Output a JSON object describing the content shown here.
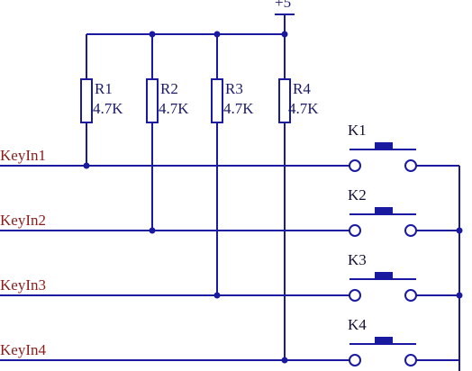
{
  "diagram": {
    "power_label": "+5",
    "resistors": [
      {
        "name": "R1",
        "value": "4.7K"
      },
      {
        "name": "R2",
        "value": "4.7K"
      },
      {
        "name": "R3",
        "value": "4.7K"
      },
      {
        "name": "R4",
        "value": "4.7K"
      }
    ],
    "keys": [
      "K1",
      "K2",
      "K3",
      "K4"
    ],
    "signals": [
      "KeyIn1",
      "KeyIn2",
      "KeyIn3",
      "KeyIn4"
    ],
    "colors": {
      "wire": "#1a1aa0",
      "signal_text": "#8b1a1a"
    }
  }
}
